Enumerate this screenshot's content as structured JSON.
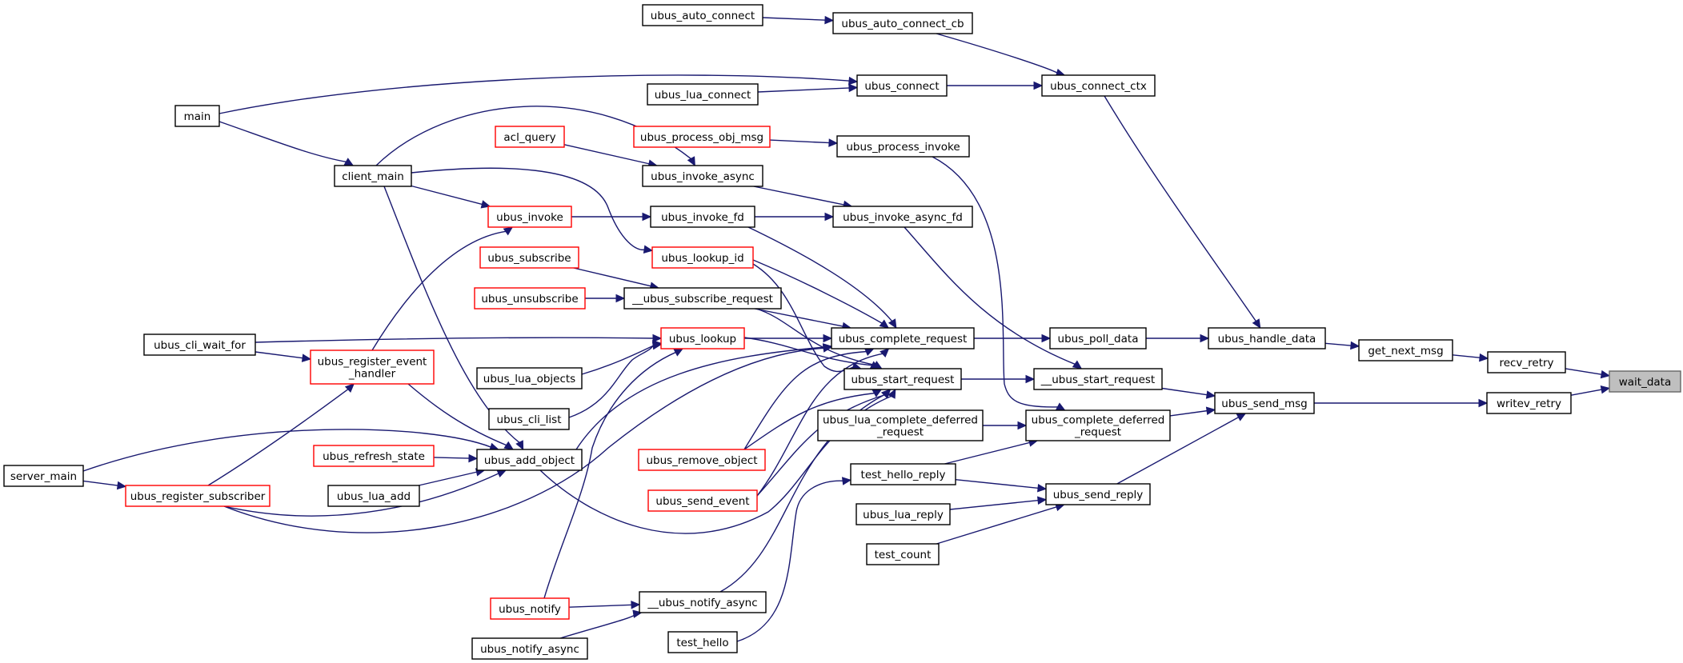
{
  "graph": {
    "edge_color": "#191970",
    "link_border_color": "#ff0000",
    "current_fill": "#bfbfbf",
    "nodes": [
      {
        "id": "wait_data",
        "lines": [
          "wait_data"
        ],
        "style": "current"
      },
      {
        "id": "recv_retry",
        "lines": [
          "recv_retry"
        ],
        "style": "plain"
      },
      {
        "id": "writev_retry",
        "lines": [
          "writev_retry"
        ],
        "style": "plain"
      },
      {
        "id": "get_next_msg",
        "lines": [
          "get_next_msg"
        ],
        "style": "plain"
      },
      {
        "id": "ubus_send_msg",
        "lines": [
          "ubus_send_msg"
        ],
        "style": "plain"
      },
      {
        "id": "ubus_handle_data",
        "lines": [
          "ubus_handle_data"
        ],
        "style": "plain"
      },
      {
        "id": "ubus_connect_ctx",
        "lines": [
          "ubus_connect_ctx"
        ],
        "style": "plain"
      },
      {
        "id": "ubus_poll_data",
        "lines": [
          "ubus_poll_data"
        ],
        "style": "plain"
      },
      {
        "id": "__ubus_start_request",
        "lines": [
          "__ubus_start_request"
        ],
        "style": "plain"
      },
      {
        "id": "ubus_complete_deferred_request",
        "lines": [
          "ubus_complete_deferred",
          "_request"
        ],
        "style": "plain"
      },
      {
        "id": "ubus_send_reply",
        "lines": [
          "ubus_send_reply"
        ],
        "style": "plain"
      },
      {
        "id": "ubus_auto_connect_cb",
        "lines": [
          "ubus_auto_connect_cb"
        ],
        "style": "plain"
      },
      {
        "id": "ubus_auto_connect",
        "lines": [
          "ubus_auto_connect"
        ],
        "style": "plain"
      },
      {
        "id": "ubus_connect",
        "lines": [
          "ubus_connect"
        ],
        "style": "plain"
      },
      {
        "id": "ubus_lua_connect",
        "lines": [
          "ubus_lua_connect"
        ],
        "style": "plain"
      },
      {
        "id": "ubus_process_invoke",
        "lines": [
          "ubus_process_invoke"
        ],
        "style": "plain"
      },
      {
        "id": "ubus_process_obj_msg",
        "lines": [
          "ubus_process_obj_msg"
        ],
        "style": "red"
      },
      {
        "id": "ubus_invoke_async",
        "lines": [
          "ubus_invoke_async"
        ],
        "style": "plain"
      },
      {
        "id": "acl_query",
        "lines": [
          "acl_query"
        ],
        "style": "red"
      },
      {
        "id": "ubus_invoke_async_fd",
        "lines": [
          "ubus_invoke_async_fd"
        ],
        "style": "plain"
      },
      {
        "id": "ubus_invoke_fd",
        "lines": [
          "ubus_invoke_fd"
        ],
        "style": "plain"
      },
      {
        "id": "ubus_invoke",
        "lines": [
          "ubus_invoke"
        ],
        "style": "red"
      },
      {
        "id": "client_main",
        "lines": [
          "client_main"
        ],
        "style": "plain"
      },
      {
        "id": "main",
        "lines": [
          "main"
        ],
        "style": "plain"
      },
      {
        "id": "ubus_lookup_id",
        "lines": [
          "ubus_lookup_id"
        ],
        "style": "red"
      },
      {
        "id": "ubus_subscribe",
        "lines": [
          "ubus_subscribe"
        ],
        "style": "red"
      },
      {
        "id": "__ubus_subscribe_request",
        "lines": [
          "__ubus_subscribe_request"
        ],
        "style": "plain"
      },
      {
        "id": "ubus_unsubscribe",
        "lines": [
          "ubus_unsubscribe"
        ],
        "style": "red"
      },
      {
        "id": "ubus_complete_request",
        "lines": [
          "ubus_complete_request"
        ],
        "style": "plain"
      },
      {
        "id": "ubus_lookup",
        "lines": [
          "ubus_lookup"
        ],
        "style": "red"
      },
      {
        "id": "ubus_cli_wait_for",
        "lines": [
          "ubus_cli_wait_for"
        ],
        "style": "plain"
      },
      {
        "id": "ubus_register_event_handler",
        "lines": [
          "ubus_register_event",
          "_handler"
        ],
        "style": "red"
      },
      {
        "id": "ubus_lua_objects",
        "lines": [
          "ubus_lua_objects"
        ],
        "style": "plain"
      },
      {
        "id": "ubus_cli_list",
        "lines": [
          "ubus_cli_list"
        ],
        "style": "plain"
      },
      {
        "id": "ubus_start_request",
        "lines": [
          "ubus_start_request"
        ],
        "style": "plain"
      },
      {
        "id": "ubus_lua_complete_deferred_request",
        "lines": [
          "ubus_lua_complete_deferred",
          "_request"
        ],
        "style": "plain"
      },
      {
        "id": "ubus_refresh_state",
        "lines": [
          "ubus_refresh_state"
        ],
        "style": "red"
      },
      {
        "id": "ubus_add_object",
        "lines": [
          "ubus_add_object"
        ],
        "style": "plain"
      },
      {
        "id": "ubus_remove_object",
        "lines": [
          "ubus_remove_object"
        ],
        "style": "red"
      },
      {
        "id": "server_main",
        "lines": [
          "server_main"
        ],
        "style": "plain"
      },
      {
        "id": "ubus_register_subscriber",
        "lines": [
          "ubus_register_subscriber"
        ],
        "style": "red"
      },
      {
        "id": "ubus_lua_add",
        "lines": [
          "ubus_lua_add"
        ],
        "style": "plain"
      },
      {
        "id": "ubus_send_event",
        "lines": [
          "ubus_send_event"
        ],
        "style": "red"
      },
      {
        "id": "test_hello_reply",
        "lines": [
          "test_hello_reply"
        ],
        "style": "plain"
      },
      {
        "id": "ubus_lua_reply",
        "lines": [
          "ubus_lua_reply"
        ],
        "style": "plain"
      },
      {
        "id": "test_count",
        "lines": [
          "test_count"
        ],
        "style": "plain"
      },
      {
        "id": "__ubus_notify_async",
        "lines": [
          "__ubus_notify_async"
        ],
        "style": "plain"
      },
      {
        "id": "ubus_notify",
        "lines": [
          "ubus_notify"
        ],
        "style": "red"
      },
      {
        "id": "ubus_notify_async",
        "lines": [
          "ubus_notify_async"
        ],
        "style": "plain"
      },
      {
        "id": "test_hello",
        "lines": [
          "test_hello"
        ],
        "style": "plain"
      }
    ],
    "edges": [
      {
        "from": "recv_retry",
        "to": "wait_data"
      },
      {
        "from": "writev_retry",
        "to": "wait_data"
      },
      {
        "from": "get_next_msg",
        "to": "recv_retry"
      },
      {
        "from": "ubus_send_msg",
        "to": "writev_retry"
      },
      {
        "from": "ubus_handle_data",
        "to": "get_next_msg"
      },
      {
        "from": "ubus_connect_ctx",
        "to": "ubus_handle_data"
      },
      {
        "from": "ubus_poll_data",
        "to": "ubus_handle_data"
      },
      {
        "from": "__ubus_start_request",
        "to": "ubus_send_msg"
      },
      {
        "from": "ubus_complete_deferred_request",
        "to": "ubus_send_msg"
      },
      {
        "from": "ubus_send_reply",
        "to": "ubus_send_msg"
      },
      {
        "from": "ubus_auto_connect_cb",
        "to": "ubus_connect_ctx"
      },
      {
        "from": "ubus_connect",
        "to": "ubus_connect_ctx"
      },
      {
        "from": "ubus_auto_connect",
        "to": "ubus_auto_connect_cb"
      },
      {
        "from": "ubus_lua_connect",
        "to": "ubus_connect"
      },
      {
        "from": "main",
        "to": "ubus_connect"
      },
      {
        "from": "main",
        "to": "client_main"
      },
      {
        "from": "ubus_complete_request",
        "to": "ubus_poll_data"
      },
      {
        "from": "ubus_start_request",
        "to": "__ubus_start_request"
      },
      {
        "from": "ubus_invoke_async_fd",
        "to": "__ubus_start_request"
      },
      {
        "from": "ubus_process_invoke",
        "to": "ubus_complete_deferred_request"
      },
      {
        "from": "ubus_lua_complete_deferred_request",
        "to": "ubus_complete_deferred_request"
      },
      {
        "from": "test_hello_reply",
        "to": "ubus_complete_deferred_request"
      },
      {
        "from": "test_hello_reply",
        "to": "ubus_send_reply"
      },
      {
        "from": "ubus_lua_reply",
        "to": "ubus_send_reply"
      },
      {
        "from": "test_count",
        "to": "ubus_send_reply"
      },
      {
        "from": "ubus_process_obj_msg",
        "to": "ubus_process_invoke"
      },
      {
        "from": "ubus_invoke_async",
        "to": "ubus_invoke_async_fd"
      },
      {
        "from": "ubus_invoke_fd",
        "to": "ubus_invoke_async_fd"
      },
      {
        "from": "acl_query",
        "to": "ubus_invoke_async"
      },
      {
        "from": "client_main",
        "to": "ubus_invoke_async"
      },
      {
        "from": "ubus_invoke",
        "to": "ubus_invoke_fd"
      },
      {
        "from": "client_main",
        "to": "ubus_invoke"
      },
      {
        "from": "ubus_register_event_handler",
        "to": "ubus_invoke"
      },
      {
        "from": "client_main",
        "to": "ubus_lookup_id"
      },
      {
        "from": "ubus_subscribe",
        "to": "__ubus_subscribe_request"
      },
      {
        "from": "ubus_unsubscribe",
        "to": "__ubus_subscribe_request"
      },
      {
        "from": "ubus_invoke_fd",
        "to": "ubus_complete_request"
      },
      {
        "from": "ubus_lookup_id",
        "to": "ubus_complete_request"
      },
      {
        "from": "__ubus_subscribe_request",
        "to": "ubus_complete_request"
      },
      {
        "from": "ubus_lookup",
        "to": "ubus_complete_request"
      },
      {
        "from": "ubus_add_object",
        "to": "ubus_complete_request"
      },
      {
        "from": "ubus_remove_object",
        "to": "ubus_complete_request"
      },
      {
        "from": "ubus_send_event",
        "to": "ubus_complete_request"
      },
      {
        "from": "ubus_register_subscriber",
        "to": "ubus_complete_request"
      },
      {
        "from": "ubus_lookup_id",
        "to": "ubus_start_request"
      },
      {
        "from": "__ubus_subscribe_request",
        "to": "ubus_start_request"
      },
      {
        "from": "ubus_lookup",
        "to": "ubus_start_request"
      },
      {
        "from": "ubus_add_object",
        "to": "ubus_start_request"
      },
      {
        "from": "ubus_remove_object",
        "to": "ubus_start_request"
      },
      {
        "from": "ubus_send_event",
        "to": "ubus_start_request"
      },
      {
        "from": "__ubus_notify_async",
        "to": "ubus_start_request"
      },
      {
        "from": "test_hello",
        "to": "test_hello_reply"
      },
      {
        "from": "ubus_cli_wait_for",
        "to": "ubus_lookup"
      },
      {
        "from": "ubus_lua_objects",
        "to": "ubus_lookup"
      },
      {
        "from": "ubus_cli_list",
        "to": "ubus_lookup"
      },
      {
        "from": "ubus_notify",
        "to": "ubus_lookup"
      },
      {
        "from": "ubus_cli_wait_for",
        "to": "ubus_register_event_handler"
      },
      {
        "from": "ubus_register_subscriber",
        "to": "ubus_register_event_handler"
      },
      {
        "from": "ubus_register_event_handler",
        "to": "ubus_add_object"
      },
      {
        "from": "client_main",
        "to": "ubus_add_object"
      },
      {
        "from": "ubus_refresh_state",
        "to": "ubus_add_object"
      },
      {
        "from": "ubus_lua_add",
        "to": "ubus_add_object"
      },
      {
        "from": "server_main",
        "to": "ubus_add_object"
      },
      {
        "from": "ubus_register_subscriber",
        "to": "ubus_add_object"
      },
      {
        "from": "server_main",
        "to": "ubus_register_subscriber"
      },
      {
        "from": "ubus_notify",
        "to": "__ubus_notify_async"
      },
      {
        "from": "ubus_notify_async",
        "to": "__ubus_notify_async"
      }
    ]
  }
}
